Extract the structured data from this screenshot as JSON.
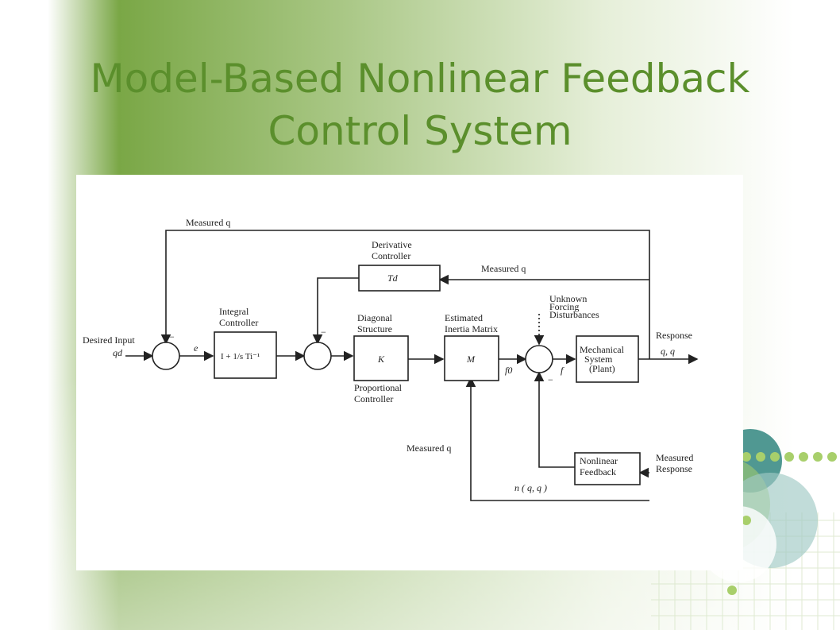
{
  "slide": {
    "title_line1": "Model-Based Nonlinear Feedback",
    "title_line2": "Control System",
    "title_color": "#5b8f2c",
    "accent_color": "#6ea33e",
    "teal_color": "#3d8d86"
  },
  "diagram": {
    "measured_q_top": "Measured q",
    "derivative_controller_1": "Derivative",
    "derivative_controller_2": "Controller",
    "derivative_block": "Td",
    "measured_qdot": "Measured q",
    "integral_controller_1": "Integral",
    "integral_controller_2": "Controller",
    "integral_block": "I + 1/s Ti⁻¹",
    "diagonal_structure_1": "Diagonal",
    "diagonal_structure_2": "Structure",
    "k_block": "K",
    "proportional_1": "Proportional",
    "proportional_2": "Controller",
    "estimated_inertia_1": "Estimated",
    "estimated_inertia_2": "Inertia Matrix",
    "m_block": "M",
    "unknown_1": "Unknown",
    "unknown_2": "Forcing",
    "unknown_3": "Disturbances",
    "mech_1": "Mechanical",
    "mech_2": "System",
    "mech_3": "(Plant)",
    "response": "Response",
    "response_vars": "q, q",
    "desired_input": "Desired Input",
    "qd": "qd",
    "e": "e",
    "f0": "f0",
    "f": "f",
    "minus_sign": "−",
    "measured_q_bottom": "Measured q",
    "nonlinear_1": "Nonlinear",
    "nonlinear_2": "Feedback",
    "n_expr": "n ( q,  q )",
    "measured_response_1": "Measured",
    "measured_response_2": "Response"
  }
}
